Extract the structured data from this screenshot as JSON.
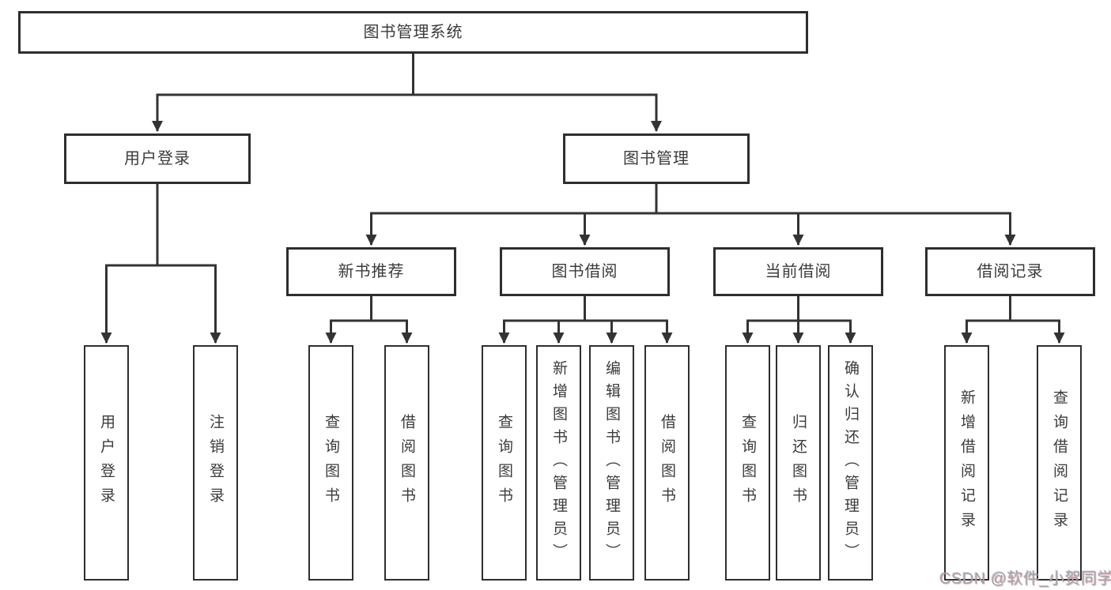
{
  "diagram": {
    "tree": {
      "label": "图书管理系统",
      "children": [
        {
          "label": "用户登录",
          "children": [
            {
              "label": "用户登录"
            },
            {
              "label": "注销登录"
            }
          ]
        },
        {
          "label": "图书管理",
          "children": [
            {
              "label": "新书推荐",
              "children": [
                {
                  "label": "查询图书"
                },
                {
                  "label": "借阅图书"
                }
              ]
            },
            {
              "label": "图书借阅",
              "children": [
                {
                  "label": "查询图书"
                },
                {
                  "label": "新增图书（管理员）"
                },
                {
                  "label": "编辑图书（管理员）"
                },
                {
                  "label": "借阅图书"
                }
              ]
            },
            {
              "label": "当前借阅",
              "children": [
                {
                  "label": "查询图书"
                },
                {
                  "label": "归还图书"
                },
                {
                  "label": "确认归还（管理员）"
                }
              ]
            },
            {
              "label": "借阅记录",
              "children": [
                {
                  "label": "新增借阅记录"
                },
                {
                  "label": "查询借阅记录"
                }
              ]
            }
          ]
        }
      ]
    },
    "watermark": "CSDN @软件_小贺同学",
    "colors": {
      "line": "#333333",
      "border": "#2e2e2e",
      "text": "#3b3b3b",
      "watermark": "#a3a3a3",
      "background": "#ffffff"
    }
  }
}
